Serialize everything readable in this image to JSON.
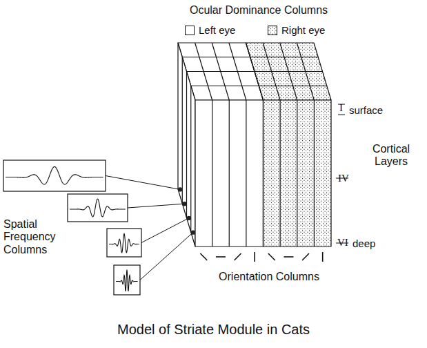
{
  "diagram": {
    "caption": "Model of Striate Module in Cats",
    "labels": [
      "Ocular Dominance Columns",
      "I",
      "surface",
      "Cortical Layers",
      "IV",
      "VI",
      "deep",
      "Spatial Frequency Columns",
      "Orientation Columns"
    ],
    "legend": [
      {
        "text": "Left eye",
        "color": "#ffffff"
      },
      {
        "text": "Right eye"
      }
    ]
  }
}
